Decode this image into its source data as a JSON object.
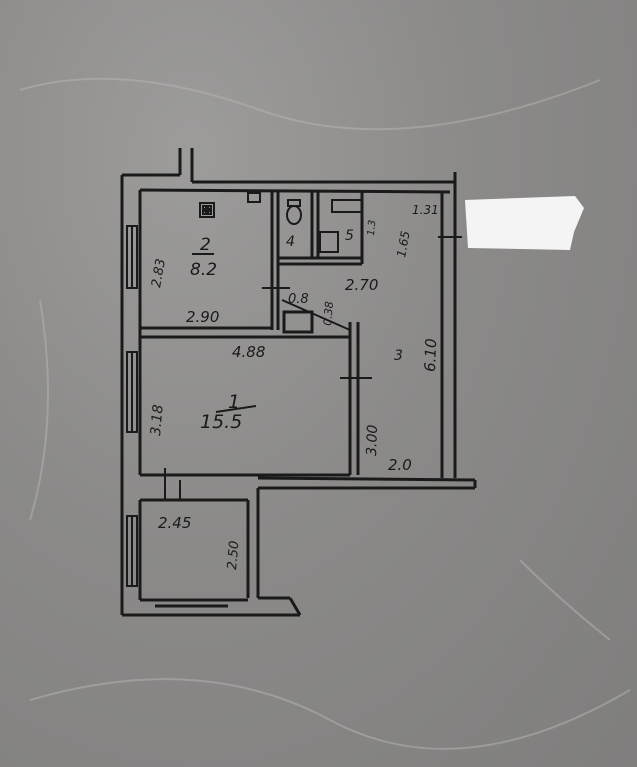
{
  "rooms": {
    "room_2": {
      "number": "2",
      "area": "8.2"
    },
    "room_1": {
      "number": "1",
      "area": "15.5"
    },
    "room_3": {
      "number": "3"
    },
    "room_4": {
      "number": "4"
    },
    "room_5": {
      "number": "5"
    }
  },
  "dimensions": {
    "room2_width": "2.90",
    "room2_height": "2.83",
    "room1_width": "4.88",
    "room1_height": "3.18",
    "corridor_length": "2.70",
    "door_width": "0.8",
    "wall_short": "0.38",
    "room5_width": "1.31",
    "room5_height": "1.65",
    "room5_small": "1.3",
    "room3_length": "6.10",
    "room3_side": "3.00",
    "room3_width": "2.0",
    "balcony_width": "2.45",
    "balcony_height": "2.50"
  },
  "colors": {
    "paper": "#8b8a89",
    "ink": "#1a1a1a",
    "patch": "#f4f4f4"
  }
}
